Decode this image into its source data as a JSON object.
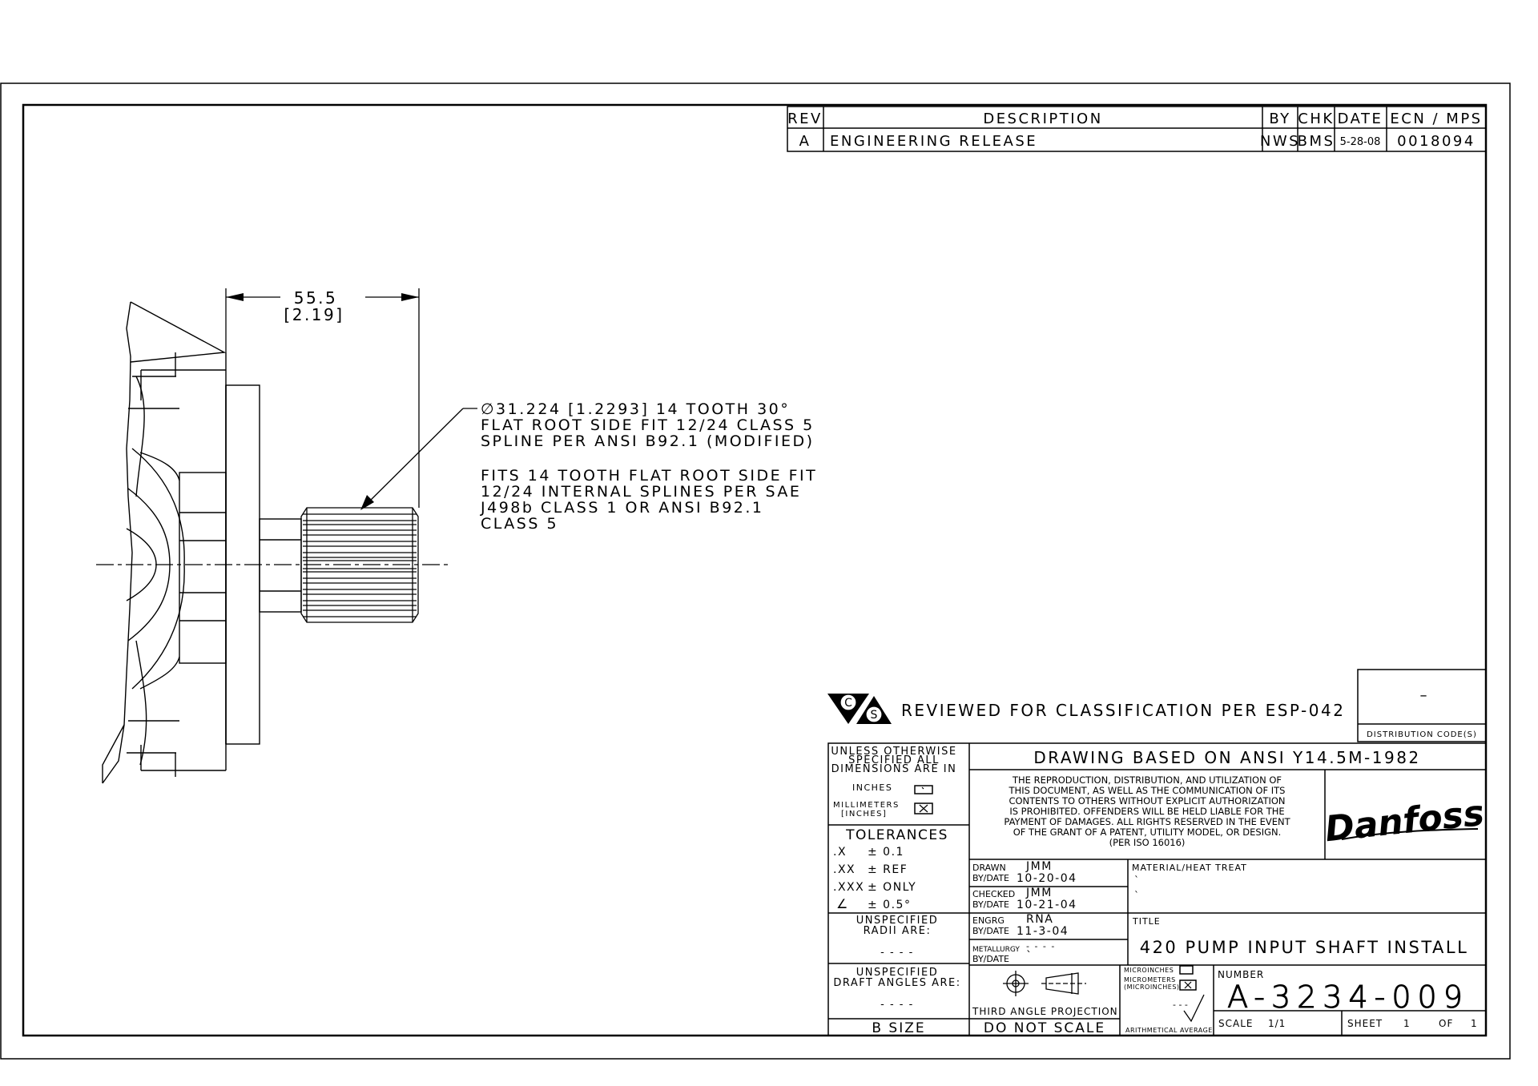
{
  "revision_block": {
    "headers": {
      "rev": "REV",
      "description": "DESCRIPTION",
      "by": "BY",
      "chk": "CHK",
      "date": "DATE",
      "ecn": "ECN / MPS"
    },
    "rows": [
      {
        "rev": "A",
        "description": "ENGINEERING RELEASE",
        "by": "NWS",
        "chk": "BMS",
        "date": "5-28-08",
        "ecn": "0018094"
      }
    ]
  },
  "dimension": {
    "value_mm": "55.5",
    "value_in": "[2.19]"
  },
  "spline_note": [
    "∅31.224 [1.2293] 14 TOOTH 30°",
    "FLAT ROOT SIDE FIT 12/24 CLASS 5",
    "SPLINE PER ANSI B92.1 (MODIFIED)"
  ],
  "fits_note": [
    "FITS 14 TOOTH FLAT ROOT SIDE FIT",
    "12/24 INTERNAL SPLINES PER SAE",
    "J498b CLASS 1 OR ANSI B92.1",
    "CLASS 5"
  ],
  "classification": {
    "symbol_c": "C",
    "symbol_s": "S",
    "text": "REVIEWED FOR CLASSIFICATION PER ESP-042",
    "distribution_value": "–",
    "distribution_label": "DISTRIBUTION CODE(S)"
  },
  "title_block": {
    "unless_lines": [
      "UNLESS OTHERWISE",
      "SPECIFIED ALL",
      "DIMENSIONS ARE IN"
    ],
    "inches_label": "INCHES",
    "mm_lines": [
      "MILLIMETERS",
      "[INCHES]"
    ],
    "tolerances_label": "TOLERANCES",
    "tolerances": [
      {
        "k": ".X",
        "v": "± 0.1"
      },
      {
        "k": ".XX",
        "v": "± REF"
      },
      {
        "k": ".XXX",
        "v": "± ONLY"
      },
      {
        "k": "∠",
        "v": "± 0.5°"
      }
    ],
    "radii_lines": [
      "UNSPECIFIED",
      "RADII ARE:"
    ],
    "radii_value": "- - - -",
    "draft_lines": [
      "UNSPECIFIED",
      "DRAFT ANGLES ARE:"
    ],
    "draft_value": "- - - -",
    "size": "B SIZE",
    "drawing_based": "DRAWING BASED ON ANSI Y14.5M-1982",
    "legal": [
      "THE REPRODUCTION, DISTRIBUTION, AND UTILIZATION OF",
      "THIS DOCUMENT, AS WELL AS THE COMMUNICATION OF ITS",
      "CONTENTS TO OTHERS WITHOUT EXPLICIT AUTHORIZATION",
      "IS PROHIBITED.  OFFENDERS WILL BE HELD LIABLE FOR THE",
      "PAYMENT OF DAMAGES.  ALL RIGHTS RESERVED IN THE EVENT",
      "OF THE GRANT OF A PATENT, UTILITY MODEL, OR DESIGN.",
      "(PER ISO 16016)"
    ],
    "logo": "Danfoss",
    "drawn": {
      "label": "DRAWN",
      "name": "JMM",
      "date_label": "BY/DATE",
      "date": "10-20-04"
    },
    "checked": {
      "label": "CHECKED",
      "name": "JMM",
      "date_label": "BY/DATE",
      "date": "10-21-04"
    },
    "engrg": {
      "label": "ENGRG",
      "name": "RNA",
      "date_label": "BY/DATE",
      "date": "11-3-04"
    },
    "metallurgy": {
      "label": "METALLURGY",
      "name": "- - - -",
      "date_label": "BY/DATE",
      "date": "`"
    },
    "material_label": "MATERIAL/HEAT TREAT",
    "material_values": [
      "`",
      "`"
    ],
    "title_label": "TITLE",
    "title": "420 PUMP INPUT SHAFT INSTALL",
    "projection": "THIRD ANGLE PROJECTION",
    "do_not_scale": "DO NOT SCALE",
    "micro_lines": [
      "MICROINCHES",
      "MICROMETERS",
      "(MICROINCHES)"
    ],
    "micro_dash": "- - -",
    "arith": "ARITHMETICAL AVERAGE",
    "number_label": "NUMBER",
    "number": "A-3234-009",
    "scale_label": "SCALE",
    "scale": "1/1",
    "sheet_label": "SHEET",
    "sheet": "1",
    "of_label": "OF",
    "of": "1"
  }
}
